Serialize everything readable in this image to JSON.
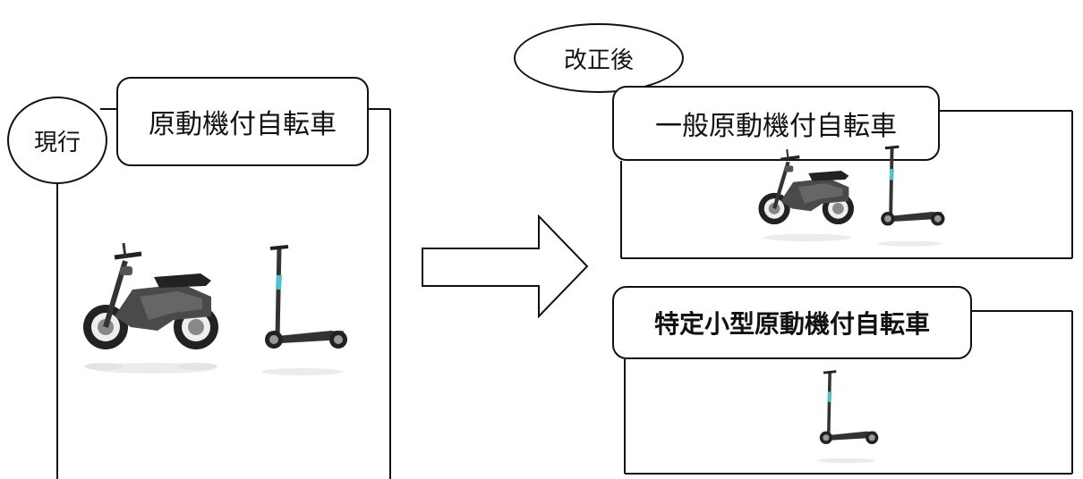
{
  "current": {
    "tag": "現行",
    "title": "原動機付自転車",
    "vehicles": [
      "moped-icon",
      "kick-scooter-icon"
    ]
  },
  "revised": {
    "tag": "改正後",
    "general": {
      "title": "一般原動機付自転車",
      "vehicles": [
        "moped-icon",
        "kick-scooter-icon"
      ]
    },
    "specified": {
      "title": "特定小型原動機付自転車",
      "vehicles": [
        "kick-scooter-icon"
      ]
    }
  },
  "arrow": {
    "icon": "right-arrow-icon"
  },
  "colors": {
    "line": "#111111",
    "background": "#ffffff",
    "scooter_accent": "#4ec3c9",
    "scooter_light": "#e05a6a"
  }
}
